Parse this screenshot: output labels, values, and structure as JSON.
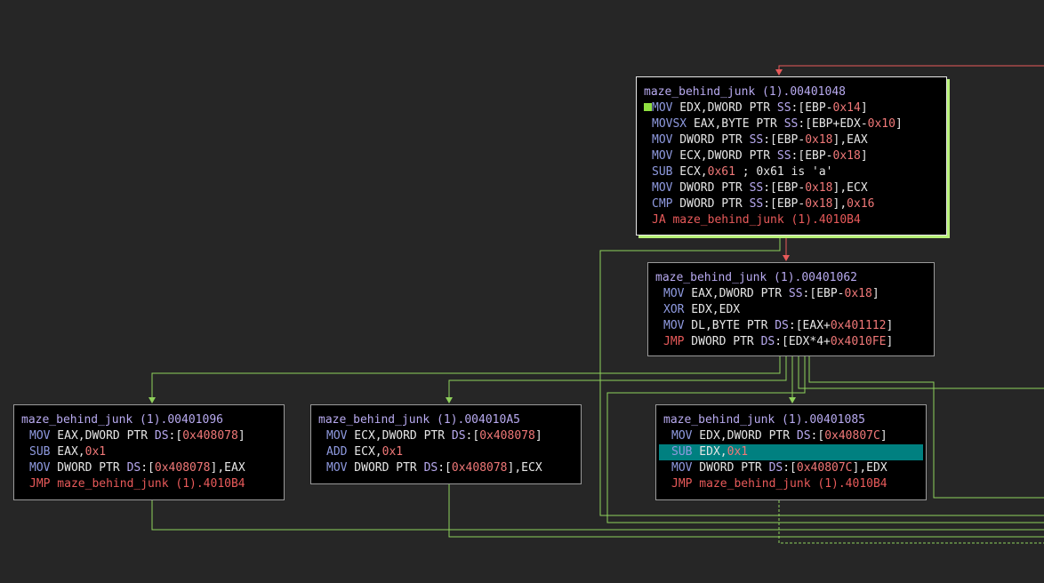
{
  "graph": {
    "colors": {
      "background": "#262626",
      "edge_true": "#8fd15c",
      "edge_false": "#e85a5a",
      "highlight": "#008080",
      "selected_shadow": "#b7f077"
    },
    "blocks": [
      {
        "id": "b401048",
        "header": "maze_behind_junk (1).00401048",
        "lines": [
          {
            "marked": true,
            "parts": [
              [
                "m",
                "MOV"
              ],
              [
                "o",
                " EDX,DWORD PTR "
              ],
              [
                "seg",
                "SS"
              ],
              [
                "o",
                ":[EBP-"
              ],
              [
                "n",
                "0x14"
              ],
              [
                "o",
                "]"
              ]
            ]
          },
          {
            "parts": [
              [
                "m",
                "MOVSX"
              ],
              [
                "o",
                " EAX,BYTE PTR "
              ],
              [
                "seg",
                "SS"
              ],
              [
                "o",
                ":[EBP+EDX-"
              ],
              [
                "n",
                "0x10"
              ],
              [
                "o",
                "]"
              ]
            ]
          },
          {
            "parts": [
              [
                "m",
                "MOV"
              ],
              [
                "o",
                " DWORD PTR "
              ],
              [
                "seg",
                "SS"
              ],
              [
                "o",
                ":[EBP-"
              ],
              [
                "n",
                "0x18"
              ],
              [
                "o",
                "],EAX"
              ]
            ]
          },
          {
            "parts": [
              [
                "m",
                "MOV"
              ],
              [
                "o",
                " ECX,DWORD PTR "
              ],
              [
                "seg",
                "SS"
              ],
              [
                "o",
                ":[EBP-"
              ],
              [
                "n",
                "0x18"
              ],
              [
                "o",
                "]"
              ]
            ]
          },
          {
            "parts": [
              [
                "m",
                "SUB"
              ],
              [
                "o",
                " ECX,"
              ],
              [
                "n",
                "0x61"
              ],
              [
                "o",
                " ; 0x61 is 'a'"
              ]
            ]
          },
          {
            "parts": [
              [
                "m",
                "MOV"
              ],
              [
                "o",
                " DWORD PTR "
              ],
              [
                "seg",
                "SS"
              ],
              [
                "o",
                ":[EBP-"
              ],
              [
                "n",
                "0x18"
              ],
              [
                "o",
                "],ECX"
              ]
            ]
          },
          {
            "parts": [
              [
                "m",
                "CMP"
              ],
              [
                "o",
                " DWORD PTR "
              ],
              [
                "seg",
                "SS"
              ],
              [
                "o",
                ":[EBP-"
              ],
              [
                "n",
                "0x18"
              ],
              [
                "o",
                "],"
              ],
              [
                "n",
                "0x16"
              ]
            ]
          },
          {
            "parts": [
              [
                "mj",
                "JA"
              ],
              [
                "t",
                " maze_behind_junk (1).4010B4"
              ]
            ]
          }
        ]
      },
      {
        "id": "b401062",
        "header": "maze_behind_junk (1).00401062",
        "lines": [
          {
            "parts": [
              [
                "m",
                "MOV"
              ],
              [
                "o",
                " EAX,DWORD PTR "
              ],
              [
                "seg",
                "SS"
              ],
              [
                "o",
                ":[EBP-"
              ],
              [
                "n",
                "0x18"
              ],
              [
                "o",
                "]"
              ]
            ]
          },
          {
            "parts": [
              [
                "m",
                "XOR"
              ],
              [
                "o",
                " EDX,EDX"
              ]
            ]
          },
          {
            "parts": [
              [
                "m",
                "MOV"
              ],
              [
                "o",
                " DL,BYTE PTR "
              ],
              [
                "seg",
                "DS"
              ],
              [
                "o",
                ":[EAX+"
              ],
              [
                "n",
                "0x401112"
              ],
              [
                "o",
                "]"
              ]
            ]
          },
          {
            "parts": [
              [
                "mj",
                "JMP"
              ],
              [
                "o",
                " DWORD PTR "
              ],
              [
                "seg",
                "DS"
              ],
              [
                "o",
                ":[EDX*4+"
              ],
              [
                "n",
                "0x4010FE"
              ],
              [
                "o",
                "]"
              ]
            ]
          }
        ]
      },
      {
        "id": "b401096",
        "header": "maze_behind_junk (1).00401096",
        "lines": [
          {
            "parts": [
              [
                "m",
                "MOV"
              ],
              [
                "o",
                " EAX,DWORD PTR "
              ],
              [
                "seg",
                "DS"
              ],
              [
                "o",
                ":["
              ],
              [
                "n",
                "0x408078"
              ],
              [
                "o",
                "]"
              ]
            ]
          },
          {
            "parts": [
              [
                "m",
                "SUB"
              ],
              [
                "o",
                " EAX,"
              ],
              [
                "n",
                "0x1"
              ]
            ]
          },
          {
            "parts": [
              [
                "m",
                "MOV"
              ],
              [
                "o",
                " DWORD PTR "
              ],
              [
                "seg",
                "DS"
              ],
              [
                "o",
                ":["
              ],
              [
                "n",
                "0x408078"
              ],
              [
                "o",
                "],EAX"
              ]
            ]
          },
          {
            "parts": [
              [
                "mj",
                "JMP"
              ],
              [
                "t",
                " maze_behind_junk (1).4010B4"
              ]
            ]
          }
        ]
      },
      {
        "id": "b4010a5",
        "header": "maze_behind_junk (1).004010A5",
        "lines": [
          {
            "parts": [
              [
                "m",
                "MOV"
              ],
              [
                "o",
                " ECX,DWORD PTR "
              ],
              [
                "seg",
                "DS"
              ],
              [
                "o",
                ":["
              ],
              [
                "n",
                "0x408078"
              ],
              [
                "o",
                "]"
              ]
            ]
          },
          {
            "parts": [
              [
                "m",
                "ADD"
              ],
              [
                "o",
                " ECX,"
              ],
              [
                "n",
                "0x1"
              ]
            ]
          },
          {
            "parts": [
              [
                "m",
                "MOV"
              ],
              [
                "o",
                " DWORD PTR "
              ],
              [
                "seg",
                "DS"
              ],
              [
                "o",
                ":["
              ],
              [
                "n",
                "0x408078"
              ],
              [
                "o",
                "],ECX"
              ]
            ]
          }
        ]
      },
      {
        "id": "b401085",
        "header": "maze_behind_junk (1).00401085",
        "lines": [
          {
            "parts": [
              [
                "m",
                "MOV"
              ],
              [
                "o",
                " EDX,DWORD PTR "
              ],
              [
                "seg",
                "DS"
              ],
              [
                "o",
                ":["
              ],
              [
                "n",
                "0x40807C"
              ],
              [
                "o",
                "]"
              ]
            ]
          },
          {
            "highlight": true,
            "parts": [
              [
                "m",
                "SUB"
              ],
              [
                "o",
                " EDX,"
              ],
              [
                "n",
                "0x1"
              ]
            ]
          },
          {
            "parts": [
              [
                "m",
                "MOV"
              ],
              [
                "o",
                " DWORD PTR "
              ],
              [
                "seg",
                "DS"
              ],
              [
                "o",
                ":["
              ],
              [
                "n",
                "0x40807C"
              ],
              [
                "o",
                "],EDX"
              ]
            ]
          },
          {
            "parts": [
              [
                "mj",
                "JMP"
              ],
              [
                "t",
                " maze_behind_junk (1).4010B4"
              ]
            ]
          }
        ]
      }
    ]
  }
}
